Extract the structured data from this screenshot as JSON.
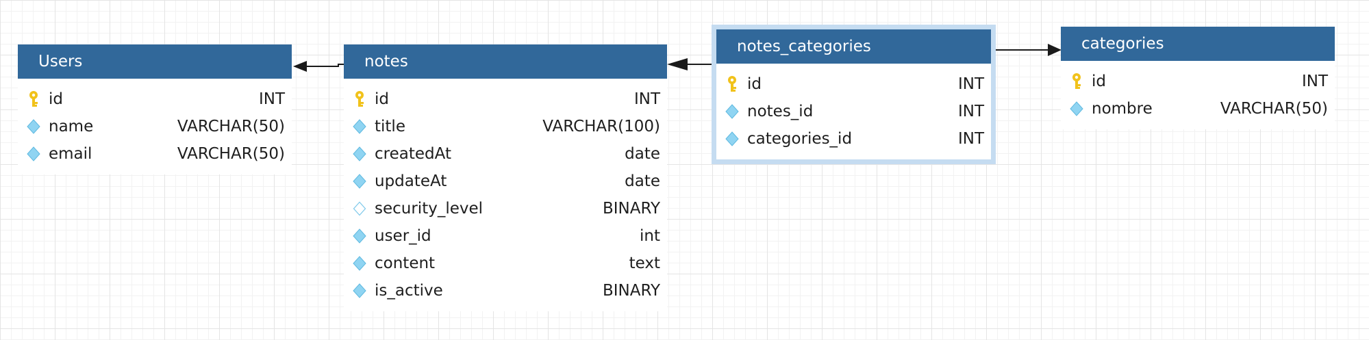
{
  "tables": {
    "users": {
      "title": "Users",
      "columns": [
        {
          "name": "id",
          "type": "INT",
          "icon": "primary-key-icon"
        },
        {
          "name": "name",
          "type": "VARCHAR(50)",
          "icon": "column-diamond-icon"
        },
        {
          "name": "email",
          "type": "VARCHAR(50)",
          "icon": "column-diamond-icon"
        }
      ]
    },
    "notes": {
      "title": "notes",
      "columns": [
        {
          "name": "id",
          "type": "INT",
          "icon": "primary-key-icon"
        },
        {
          "name": "title",
          "type": "VARCHAR(100)",
          "icon": "column-diamond-icon"
        },
        {
          "name": "createdAt",
          "type": "date",
          "icon": "column-diamond-icon"
        },
        {
          "name": "updateAt",
          "type": "date",
          "icon": "column-diamond-icon"
        },
        {
          "name": "security_level",
          "type": "BINARY",
          "icon": "nullable-column-diamond-icon"
        },
        {
          "name": "user_id",
          "type": "int",
          "icon": "column-diamond-icon"
        },
        {
          "name": "content",
          "type": "text",
          "icon": "column-diamond-icon"
        },
        {
          "name": "is_active",
          "type": "BINARY",
          "icon": "column-diamond-icon"
        }
      ]
    },
    "notes_categories": {
      "title": "notes_categories",
      "columns": [
        {
          "name": "id",
          "type": "INT",
          "icon": "primary-key-icon"
        },
        {
          "name": "notes_id",
          "type": "INT",
          "icon": "column-diamond-icon"
        },
        {
          "name": "categories_id",
          "type": "INT",
          "icon": "column-diamond-icon"
        }
      ]
    },
    "categories": {
      "title": "categories",
      "columns": [
        {
          "name": "id",
          "type": "INT",
          "icon": "primary-key-icon"
        },
        {
          "name": "nombre",
          "type": "VARCHAR(50)",
          "icon": "column-diamond-icon"
        }
      ]
    }
  },
  "colors": {
    "header": "#31689a",
    "selection": "#c5dcf1",
    "key": "#f1c21b",
    "diamond": "#8fd4f2",
    "connector": "#1a1a1a"
  }
}
